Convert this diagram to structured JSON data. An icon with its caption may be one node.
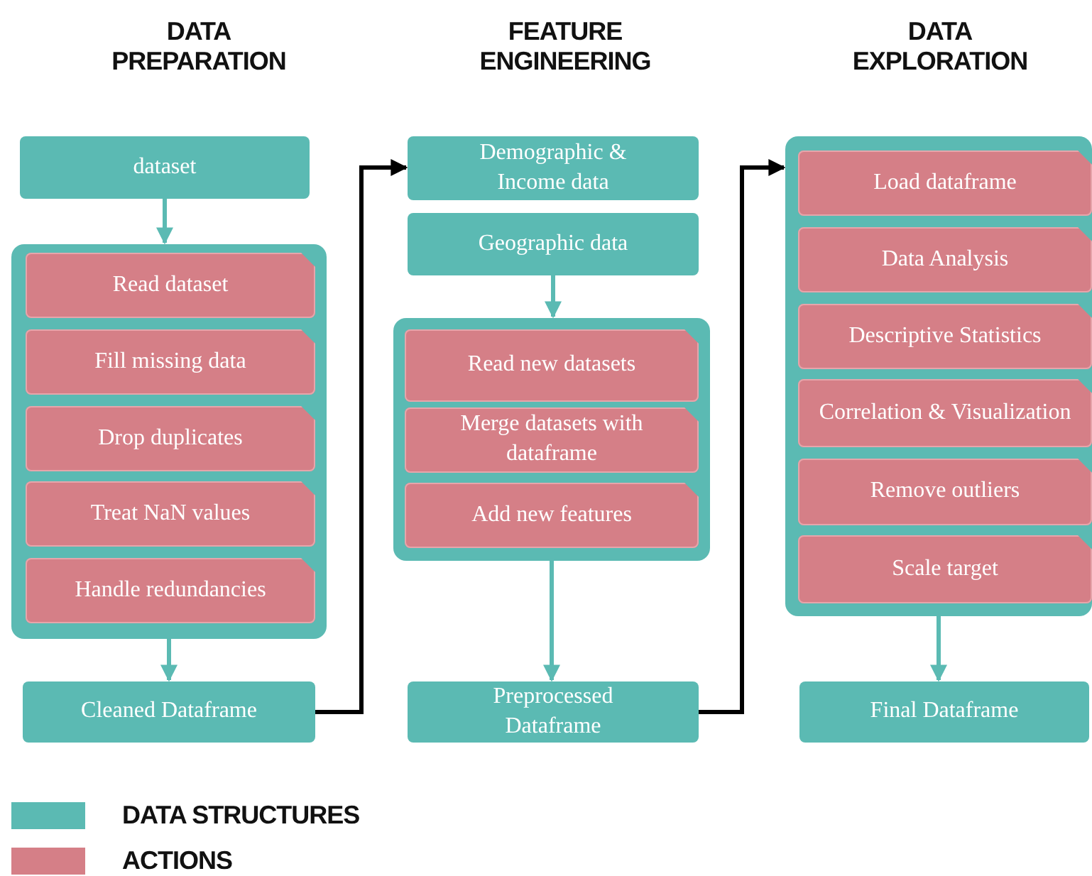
{
  "diagram": {
    "nodes": [
      {
        "text": [
          "dataset"
        ]
      },
      {
        "text": [],
        "shape": "box"
      },
      {
        "text": [
          "Read dataset"
        ],
        "in": 1
      },
      {
        "text": [
          "Fill missing data"
        ],
        "in": 1
      },
      {
        "text": [
          "Drop duplicates"
        ],
        "in": 1
      },
      {
        "text": [
          "Treat NaN values"
        ],
        "in": 1
      },
      {
        "text": [
          "Handle redundancies"
        ],
        "in": 1
      },
      {
        "text": [
          "Cleaned Dataframe"
        ]
      },
      {
        "text": [
          "Demographic & Income data"
        ]
      },
      {
        "text": [
          "Geographic data"
        ]
      },
      {
        "text": [],
        "shape": "box"
      },
      {
        "text": [
          "Read new datasets"
        ],
        "in": 10
      },
      {
        "text": [
          "Merge datasets with dataframe"
        ],
        "in": 10
      },
      {
        "text": [
          "Add new features"
        ],
        "in": 10
      },
      {
        "text": [
          "Preprocessed Dataframe"
        ]
      },
      {
        "text": [],
        "shape": "box"
      },
      {
        "text": [
          "Load dataframe"
        ],
        "in": 15
      },
      {
        "text": [
          "Data Analysis"
        ],
        "in": 15
      },
      {
        "text": [
          "Descriptive Statistics"
        ],
        "in": 15
      },
      {
        "text": [
          "Correlation & Visualization"
        ],
        "in": 15
      },
      {
        "text": [
          "Remove outliers"
        ],
        "in": 15
      },
      {
        "text": [
          "Scale target"
        ],
        "in": 15
      },
      {
        "text": [
          "Final Dataframe"
        ]
      }
    ],
    "edges": [
      {
        "from": 0,
        "to": 1,
        "arrow": "to"
      },
      {
        "from": 1,
        "to": 7,
        "arrow": "to"
      },
      {
        "from": 7,
        "to": 8,
        "arrow": "to",
        "color": "#000000"
      },
      {
        "from": 9,
        "to": 10,
        "arrow": "to"
      },
      {
        "from": 10,
        "to": 14,
        "arrow": "to"
      },
      {
        "from": 14,
        "to": 15,
        "arrow": "to",
        "color": "#000000"
      },
      {
        "from": 15,
        "to": 22,
        "arrow": "to"
      }
    ],
    "labels": [
      "DATA PREPARATION",
      "FEATURE ENGINEERING",
      "DATA EXPLORATION"
    ],
    "legend": [
      {
        "text": "DATA STRUCTURES",
        "color": "#5bbab3"
      },
      {
        "text": "ACTIONS",
        "color": "#d57f87"
      }
    ]
  }
}
